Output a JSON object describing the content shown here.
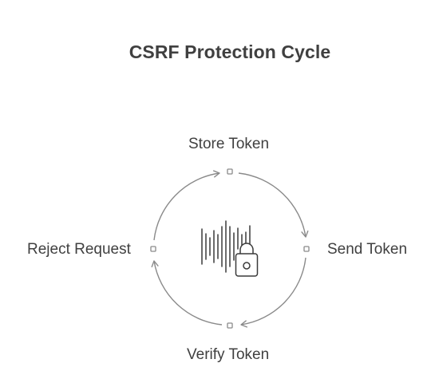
{
  "title": "CSRF Protection Cycle",
  "steps": [
    {
      "label": "Store Token"
    },
    {
      "label": "Send Token"
    },
    {
      "label": "Verify Token"
    },
    {
      "label": "Reject Request"
    }
  ],
  "center_icon": "waveform-lock-icon",
  "colors": {
    "text": "#404040",
    "stroke": "#8a8a8a",
    "icon": "#3a3a3a"
  }
}
